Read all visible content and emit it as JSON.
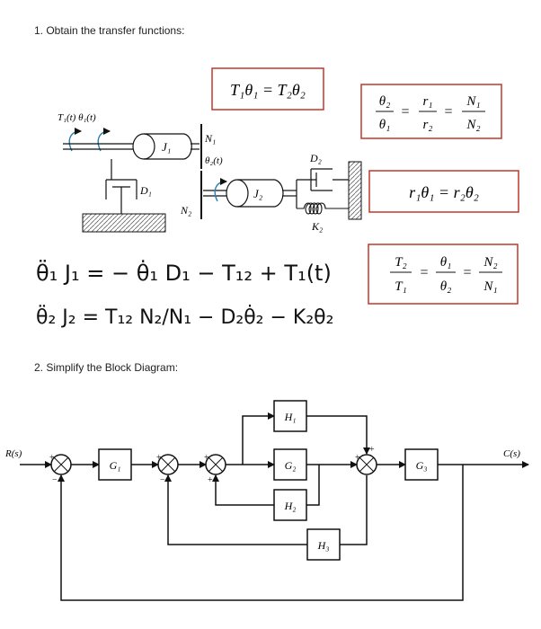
{
  "section1": {
    "heading": "1.  Obtain the transfer functions:"
  },
  "section2": {
    "heading": "2.  Simplify the Block Diagram:"
  },
  "boxed_equations": {
    "torque_balance": "T₁θ₁ = T₂θ₂",
    "ratio_left": {
      "num": "θ₂",
      "den": "θ₁"
    },
    "ratio_mid": {
      "num": "r₁",
      "den": "r₂"
    },
    "ratio_right": {
      "num": "N₁",
      "den": "N₂"
    },
    "radius_relation": "r₁θ₁ = r₂θ₂",
    "torque_ratio": {
      "num": "T₂",
      "den": "T₁"
    },
    "angle_ratio": {
      "num": "θ₁",
      "den": "θ₂"
    },
    "teeth_ratio": {
      "num": "N₂",
      "den": "N₁"
    },
    "equals": "="
  },
  "mechanism": {
    "input_label": "T₁(t)  θ₁(t)",
    "J1": "J₁",
    "D1": "D₁",
    "N1": "N₁",
    "theta2": "θ₂(t)",
    "N2": "N₂",
    "J2": "J₂",
    "D2": "D₂",
    "K2": "K₂"
  },
  "handwritten": {
    "line1": "θ̈₁ J₁ = − θ̇₁ D₁ − T₁₂ + T₁(t)",
    "line2": "θ̈₂ J₂ = T₁₂ N₂/N₁ − D₂θ̇₂ − K₂θ₂"
  },
  "block_diagram": {
    "input": "R(s)",
    "output": "C(s)",
    "blocks": {
      "G1": "G₁",
      "G2": "G₂",
      "G3": "G₃",
      "H1": "H₁",
      "H2": "H₂",
      "H3": "H₃"
    },
    "plus": "+",
    "minus": "−"
  }
}
